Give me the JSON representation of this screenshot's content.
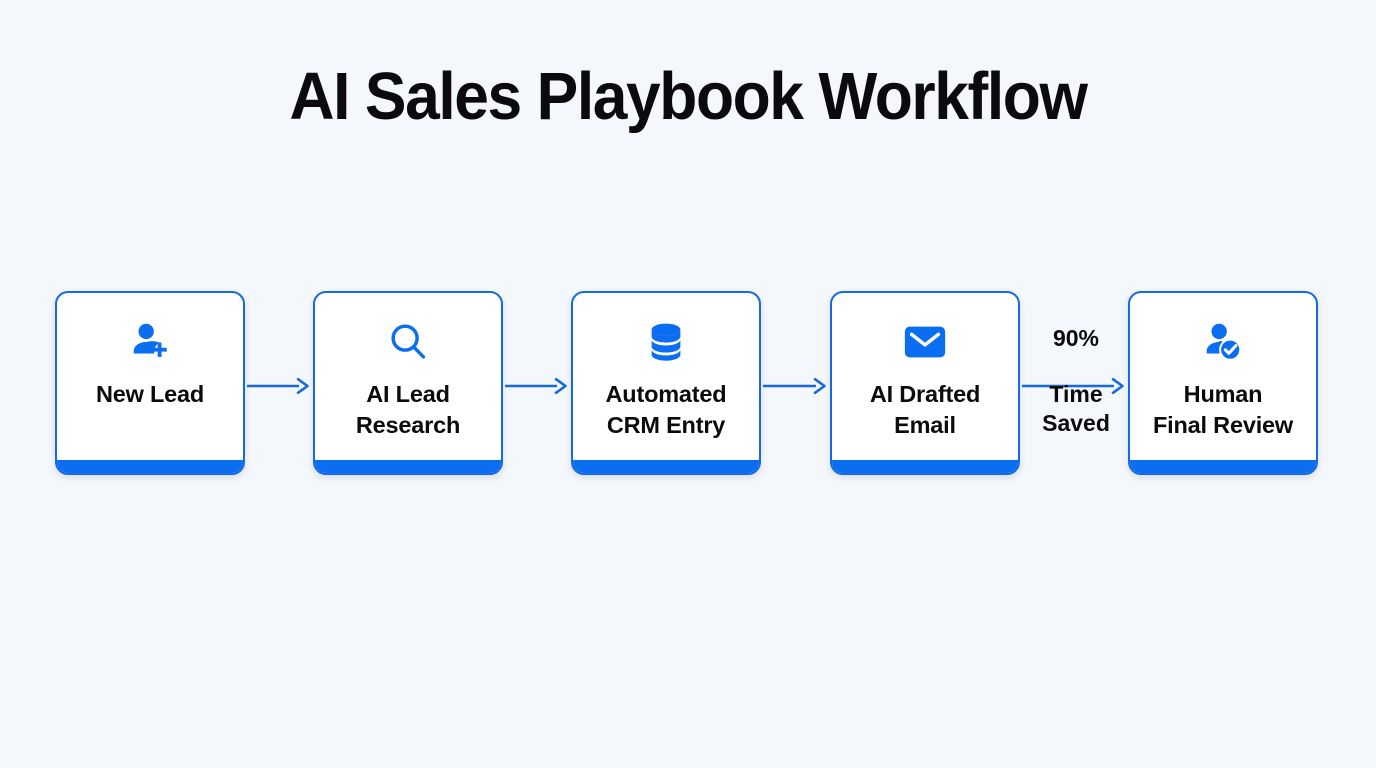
{
  "page": {
    "title": "AI Sales Playbook Workflow",
    "background_color": "#f4f7fb",
    "accent_color": "#0b6ef0",
    "border_color": "#1769e0",
    "text_color": "#0b0b0d"
  },
  "flow": {
    "nodes": [
      {
        "id": "new-lead",
        "label": "New Lead",
        "icon": "person-add-icon"
      },
      {
        "id": "ai-lead-research",
        "label": "AI Lead\nResearch",
        "icon": "magnifying-glass-icon"
      },
      {
        "id": "automated-crm-entry",
        "label": "Automated\nCRM Entry",
        "icon": "database-icon"
      },
      {
        "id": "ai-drafted-email",
        "label": "AI Drafted\nEmail",
        "icon": "envelope-icon"
      },
      {
        "id": "human-final-review",
        "label": "Human\nFinal Review",
        "icon": "person-check-icon"
      }
    ],
    "connectors": [
      {
        "id": "arrow-1",
        "from": "new-lead",
        "to": "ai-lead-research",
        "icon": "arrow-right-icon"
      },
      {
        "id": "arrow-2",
        "from": "ai-lead-research",
        "to": "automated-crm-entry",
        "icon": "arrow-right-icon"
      },
      {
        "id": "arrow-3",
        "from": "automated-crm-entry",
        "to": "ai-drafted-email",
        "icon": "arrow-right-icon"
      },
      {
        "id": "arrow-4",
        "from": "ai-drafted-email",
        "to": "human-final-review",
        "icon": "arrow-right-icon"
      }
    ],
    "annotation": {
      "id": "time-saved-annotation",
      "value": "90%",
      "caption": "Time\nSaved"
    }
  }
}
